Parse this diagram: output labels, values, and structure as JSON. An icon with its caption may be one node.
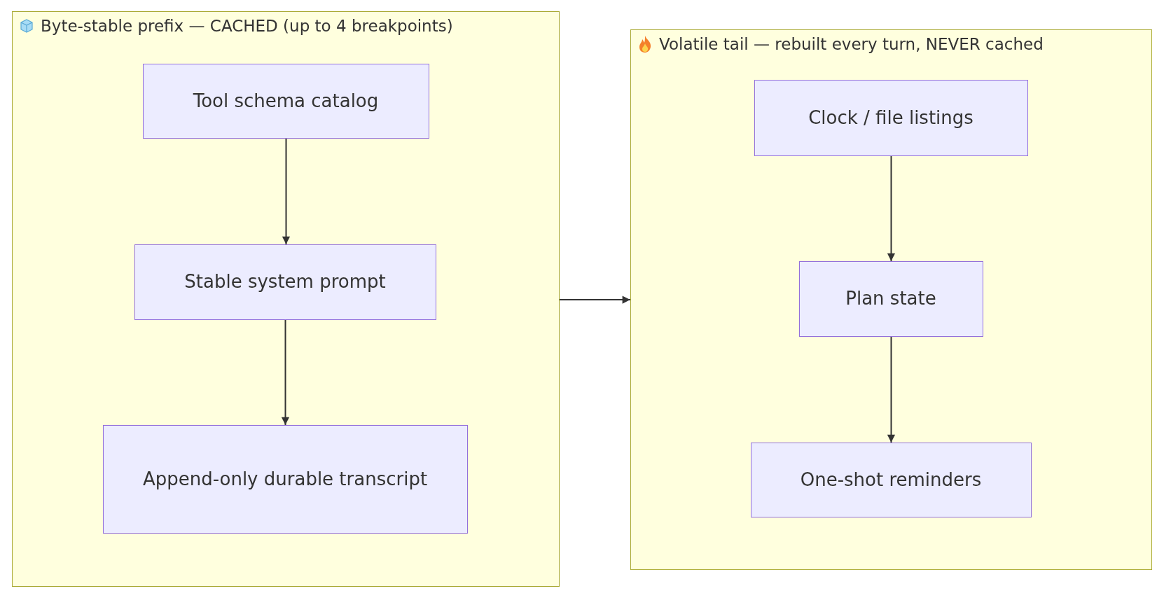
{
  "diagram": {
    "nodes": [
      {
        "text": [
          "Byte-stable prefix — CACHED (up to 4 breakpoints)"
        ]
      },
      {
        "text": [
          "Tool schema catalog"
        ],
        "in": 0
      },
      {
        "text": [
          "Stable system prompt"
        ],
        "in": 0
      },
      {
        "text": [
          "Append-only durable transcript"
        ],
        "in": 0
      },
      {
        "text": [
          "Volatile tail — rebuilt every turn, NEVER cached"
        ]
      },
      {
        "text": [
          "Clock / file listings"
        ],
        "in": 4
      },
      {
        "text": [
          "Plan state"
        ],
        "in": 4
      },
      {
        "text": [
          "One-shot reminders"
        ],
        "in": 4
      }
    ],
    "edges": [
      {
        "from": 1,
        "to": 2,
        "arrow": "to"
      },
      {
        "from": 2,
        "to": 3,
        "arrow": "to"
      },
      {
        "from": 5,
        "to": 6,
        "arrow": "to"
      },
      {
        "from": 6,
        "to": 7,
        "arrow": "to"
      },
      {
        "from": 0,
        "to": 4,
        "arrow": "to"
      }
    ]
  }
}
